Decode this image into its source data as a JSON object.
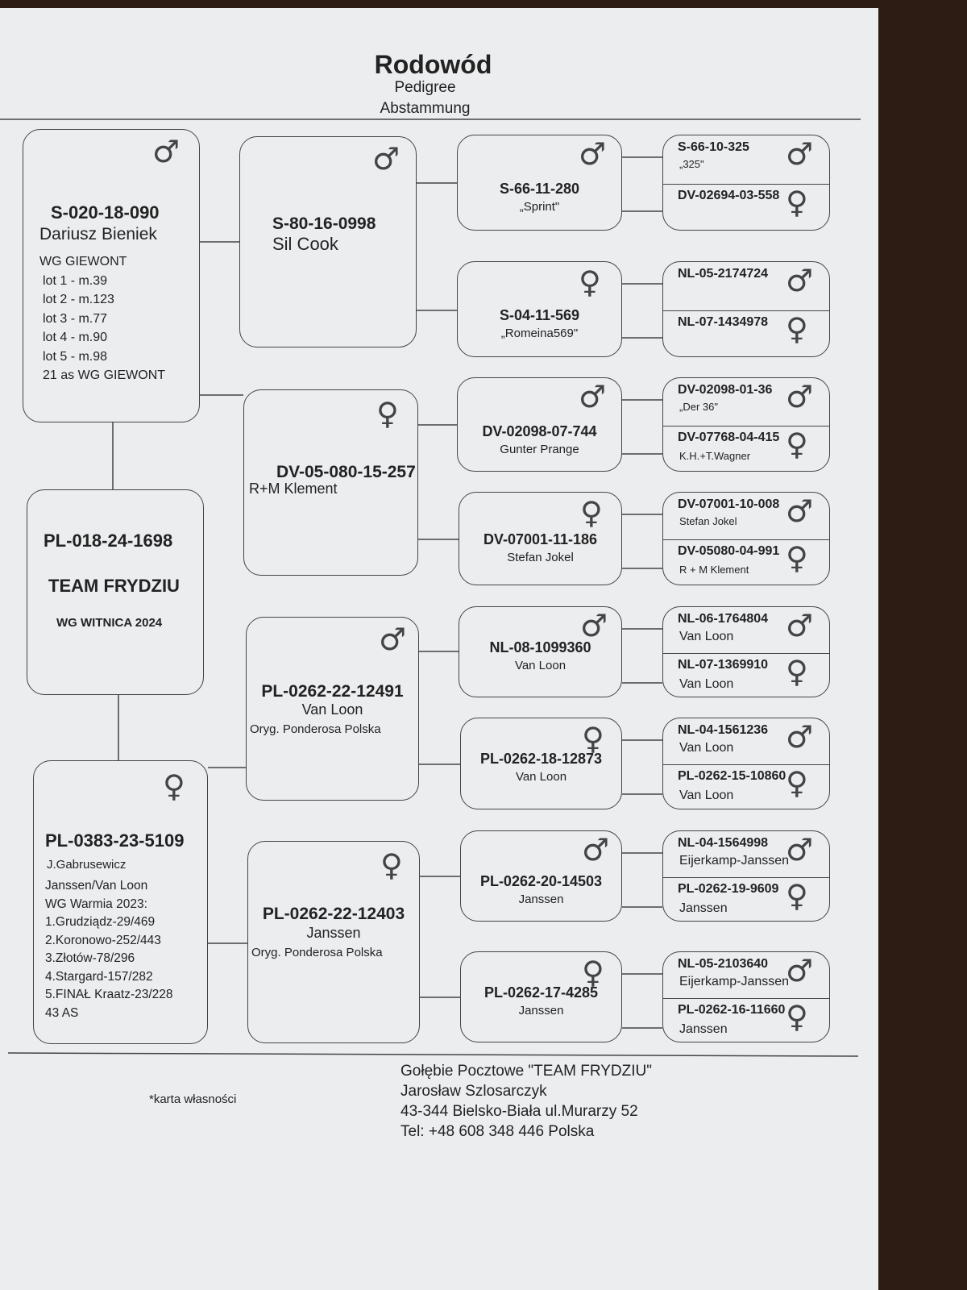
{
  "header": {
    "title": "Rodowód",
    "subtitle_en": "Pedigree",
    "subtitle_de": "Abstammung"
  },
  "subject": {
    "ring": "PL-018-24-1698",
    "name": "TEAM FRYDZIU",
    "race": "WG WITNICA 2024"
  },
  "sire": {
    "ring": "S-020-18-090",
    "name": "Dariusz Bieniek",
    "sex": "male",
    "notes": [
      "WG GIEWONT",
      "lot 1 - m.39",
      "lot 2 - m.123",
      "lot 3 - m.77",
      "lot 4 - m.90",
      "lot 5 - m.98",
      "21 as WG GIEWONT"
    ]
  },
  "dam": {
    "ring": "PL-0383-23-5109",
    "name": "J.Gabrusewicz",
    "sex": "female",
    "notes": [
      "Janssen/Van Loon",
      "WG Warmia 2023:",
      "1.Grudziądz-29/469",
      "2.Koronowo-252/443",
      "3.Złotów-78/296",
      "4.Stargard-157/282",
      "5.FINAŁ Kraatz-23/228",
      "43 AS"
    ]
  },
  "grandparents": [
    {
      "ring": "S-80-16-0998",
      "name": "Sil Cook",
      "extra": "",
      "sex": "male"
    },
    {
      "ring": "DV-05-080-15-257",
      "name": "R+M Klement",
      "extra": "",
      "sex": "female"
    },
    {
      "ring": "PL-0262-22-12491",
      "name": "Van Loon",
      "extra": "Oryg. Ponderosa Polska",
      "sex": "male"
    },
    {
      "ring": "PL-0262-22-12403",
      "name": "Janssen",
      "extra": "Oryg. Ponderosa Polska",
      "sex": "female"
    }
  ],
  "great_grandparents": [
    {
      "ring": "S-66-11-280",
      "name": "„Sprint\"",
      "sex": "male"
    },
    {
      "ring": "S-04-11-569",
      "name": "„Romeina569\"",
      "sex": "female"
    },
    {
      "ring": "DV-02098-07-744",
      "name": "Gunter Prange",
      "sex": "male"
    },
    {
      "ring": "DV-07001-11-186",
      "name": "Stefan Jokel",
      "sex": "female"
    },
    {
      "ring": "NL-08-1099360",
      "name": "Van Loon",
      "sex": "male"
    },
    {
      "ring": "PL-0262-18-12873",
      "name": "Van Loon",
      "sex": "female"
    },
    {
      "ring": "PL-0262-20-14503",
      "name": "Janssen",
      "sex": "male"
    },
    {
      "ring": "PL-0262-17-4285",
      "name": "Janssen",
      "sex": "female"
    }
  ],
  "great_great_grandparents": [
    {
      "sire": {
        "ring": "S-66-10-325",
        "name": "„325\""
      },
      "dam": {
        "ring": "DV-02694-03-558",
        "name": ""
      }
    },
    {
      "sire": {
        "ring": "NL-05-2174724",
        "name": ""
      },
      "dam": {
        "ring": "NL-07-1434978",
        "name": ""
      }
    },
    {
      "sire": {
        "ring": "DV-02098-01-36",
        "name": "„Der 36\""
      },
      "dam": {
        "ring": "DV-07768-04-415",
        "name": "K.H.+T.Wagner"
      }
    },
    {
      "sire": {
        "ring": "DV-07001-10-008",
        "name": "Stefan Jokel"
      },
      "dam": {
        "ring": "DV-05080-04-991",
        "name": "R + M Klement"
      }
    },
    {
      "sire": {
        "ring": "NL-06-1764804",
        "name": "Van Loon"
      },
      "dam": {
        "ring": "NL-07-1369910",
        "name": "Van Loon"
      }
    },
    {
      "sire": {
        "ring": "NL-04-1561236",
        "name": "Van Loon"
      },
      "dam": {
        "ring": "PL-0262-15-10860",
        "name": "Van Loon"
      }
    },
    {
      "sire": {
        "ring": "NL-04-1564998",
        "name": "Eijerkamp-Janssen"
      },
      "dam": {
        "ring": "PL-0262-19-9609",
        "name": "Janssen"
      }
    },
    {
      "sire": {
        "ring": "NL-05-2103640",
        "name": "Eijerkamp-Janssen"
      },
      "dam": {
        "ring": "PL-0262-16-11660",
        "name": "Janssen"
      }
    }
  ],
  "footer": {
    "note": "*karta własności",
    "lines": [
      "Gołębie Pocztowe \"TEAM FRYDZIU\"",
      "Jarosław Szlosarczyk",
      "43-344 Bielsko-Biała ul.Murarzy 52",
      "Tel: +48 608 348 446 Polska"
    ]
  },
  "icons": {
    "male": "male-symbol-icon",
    "female": "female-symbol-icon"
  }
}
